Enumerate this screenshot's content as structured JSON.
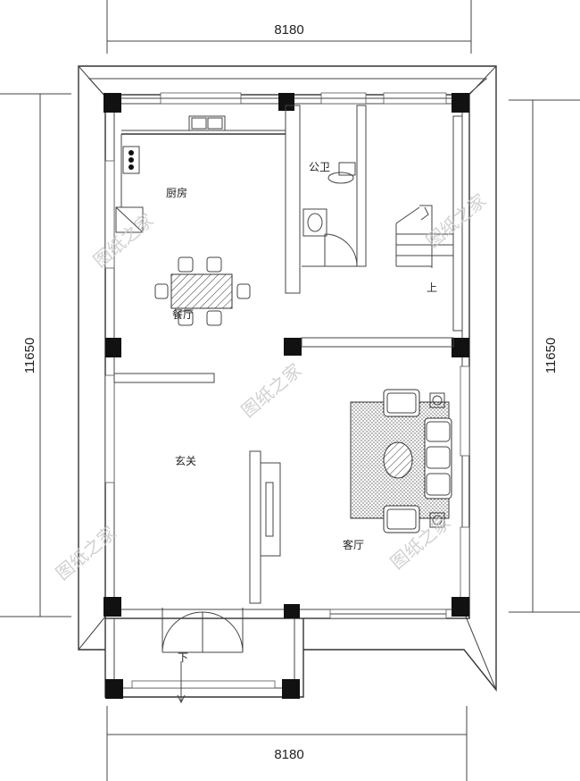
{
  "dimensions": {
    "top_width": "8180",
    "bottom_width": "8180",
    "left_height": "11650",
    "right_height": "11650"
  },
  "rooms": {
    "kitchen": "厨房",
    "dining": "餐厅",
    "bathroom": "公卫",
    "entrance": "玄关",
    "living": "客厅",
    "stair_up": "上",
    "stair_down": "下"
  },
  "watermark": "图纸之家"
}
